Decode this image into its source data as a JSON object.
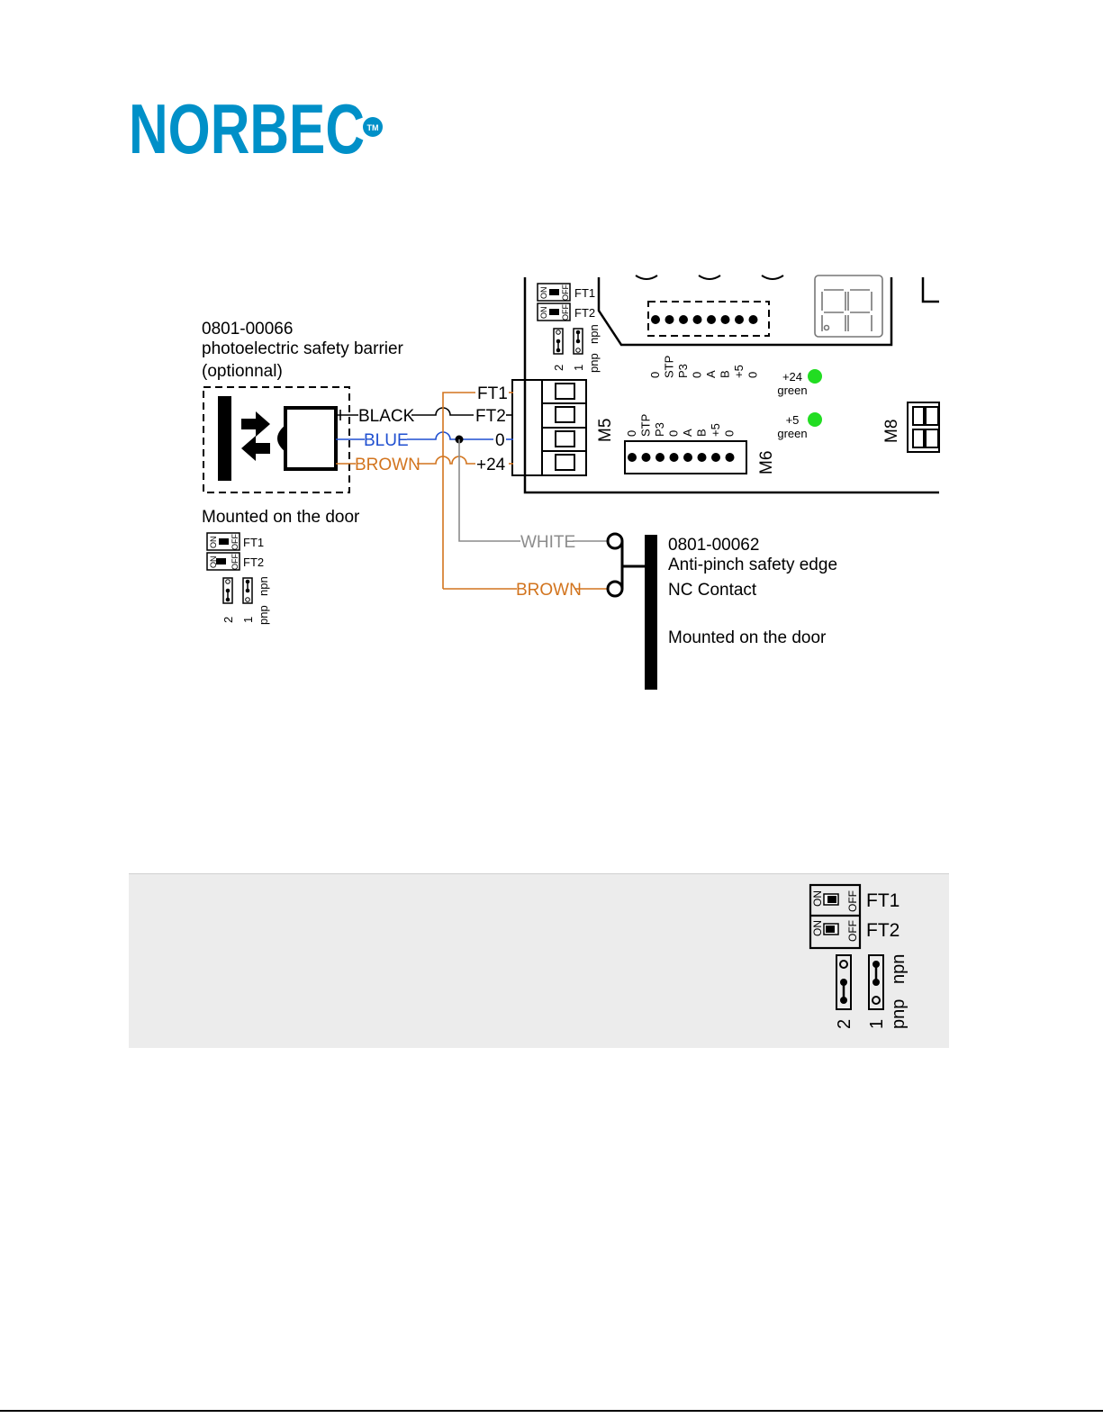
{
  "header": {
    "brand": "NORBEC",
    "trademark": "TM",
    "brand_color": "#0090c8"
  },
  "barrier": {
    "part_number": "0801-00066",
    "title": "photoelectric safety barrier",
    "note": "(optionnal)",
    "mount": "Mounted on the door"
  },
  "wires": {
    "black": "BLACK",
    "blue": "BLUE",
    "brown": "BROWN",
    "white": "WHITE",
    "brown2": "BROWN"
  },
  "wire_colors": {
    "black": "#000000",
    "blue": "#1f4fd0",
    "brown": "#d2741e",
    "white": "#8c8c8c"
  },
  "terminals": {
    "m5": [
      "FT1",
      "FT2",
      "0",
      "+24"
    ],
    "m5_label": "M5",
    "m6_label": "M6",
    "m8_label": "M8"
  },
  "m6_pins": [
    "0",
    "STP",
    "P3",
    "0",
    "A",
    "B",
    "+5",
    "0"
  ],
  "top_pins": [
    "0",
    "STP",
    "P3",
    "0",
    "A",
    "B",
    "+5",
    "0"
  ],
  "leds": [
    {
      "value": "+24",
      "color_name": "green"
    },
    {
      "value": "+5",
      "color_name": "green"
    }
  ],
  "led_color": "#22dd22",
  "edge": {
    "part_number": "0801-00062",
    "title": "Anti-pinch safety edge",
    "contact": "NC Contact",
    "mount": "Mounted on the door"
  },
  "switch": {
    "on": "ON",
    "off": "OFF",
    "ft1": "FT1",
    "ft2": "FT2",
    "j2": "2",
    "j1": "1",
    "pnp": "pnp",
    "npn": "npn"
  }
}
